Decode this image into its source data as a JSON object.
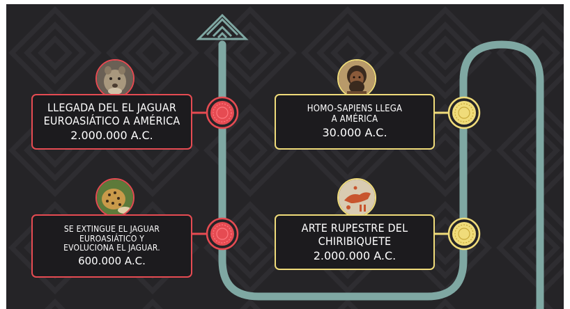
{
  "events": [
    {
      "id": "jaguar-arrival",
      "title": "LLEGADA DEL EL JAGUAR EUROASIÁTICO A AMÉRICA",
      "line1": "LLEGADA DEL EL JAGUAR",
      "line2": "EUROASIÁTICO A AMÉRICA",
      "line3": "",
      "date": "2.000.000 A.C.",
      "image": "jaguar-head-photo"
    },
    {
      "id": "jaguar-extinction",
      "title": "SE EXTINGUE EL JAGUAR EUROASIÁTICO Y EVOLUCIONA EL JAGUAR.",
      "line1": "SE EXTINGUE EL JAGUAR",
      "line2": "EUROASIÁTICO Y",
      "line3": "EVOLUCIONA EL JAGUAR.",
      "date": "600.000 A.C.",
      "image": "spotted-jaguar-photo"
    },
    {
      "id": "homo-sapiens",
      "title": "HOMO-SAPIENS LLEGA A AMÉRICA",
      "line1": "HOMO-SAPIENS LLEGA",
      "line2": "A AMÉRICA",
      "line3": "",
      "date": "30.000 A.C.",
      "image": "early-human-photo"
    },
    {
      "id": "rock-art",
      "title": "ARTE RUPESTRE DEL CHIRIBIQUETE",
      "line1": "ARTE RUPESTRE DEL",
      "line2": "CHIRIBIQUETE",
      "line3": "",
      "date": "2.000.000 A.C.",
      "image": "rock-painting-photo"
    }
  ],
  "colors": {
    "background": "#252427",
    "pattern": "#2e2d31",
    "path": "#7fa8a3",
    "red": "#e64b52",
    "yellow": "#f0dc7a",
    "card": "#1c1b1e",
    "text": "#ffffff"
  },
  "icons": {
    "path_top": "arrow-up-icon",
    "red_node": "target-node-icon",
    "yellow_node": "sun-node-icon"
  }
}
